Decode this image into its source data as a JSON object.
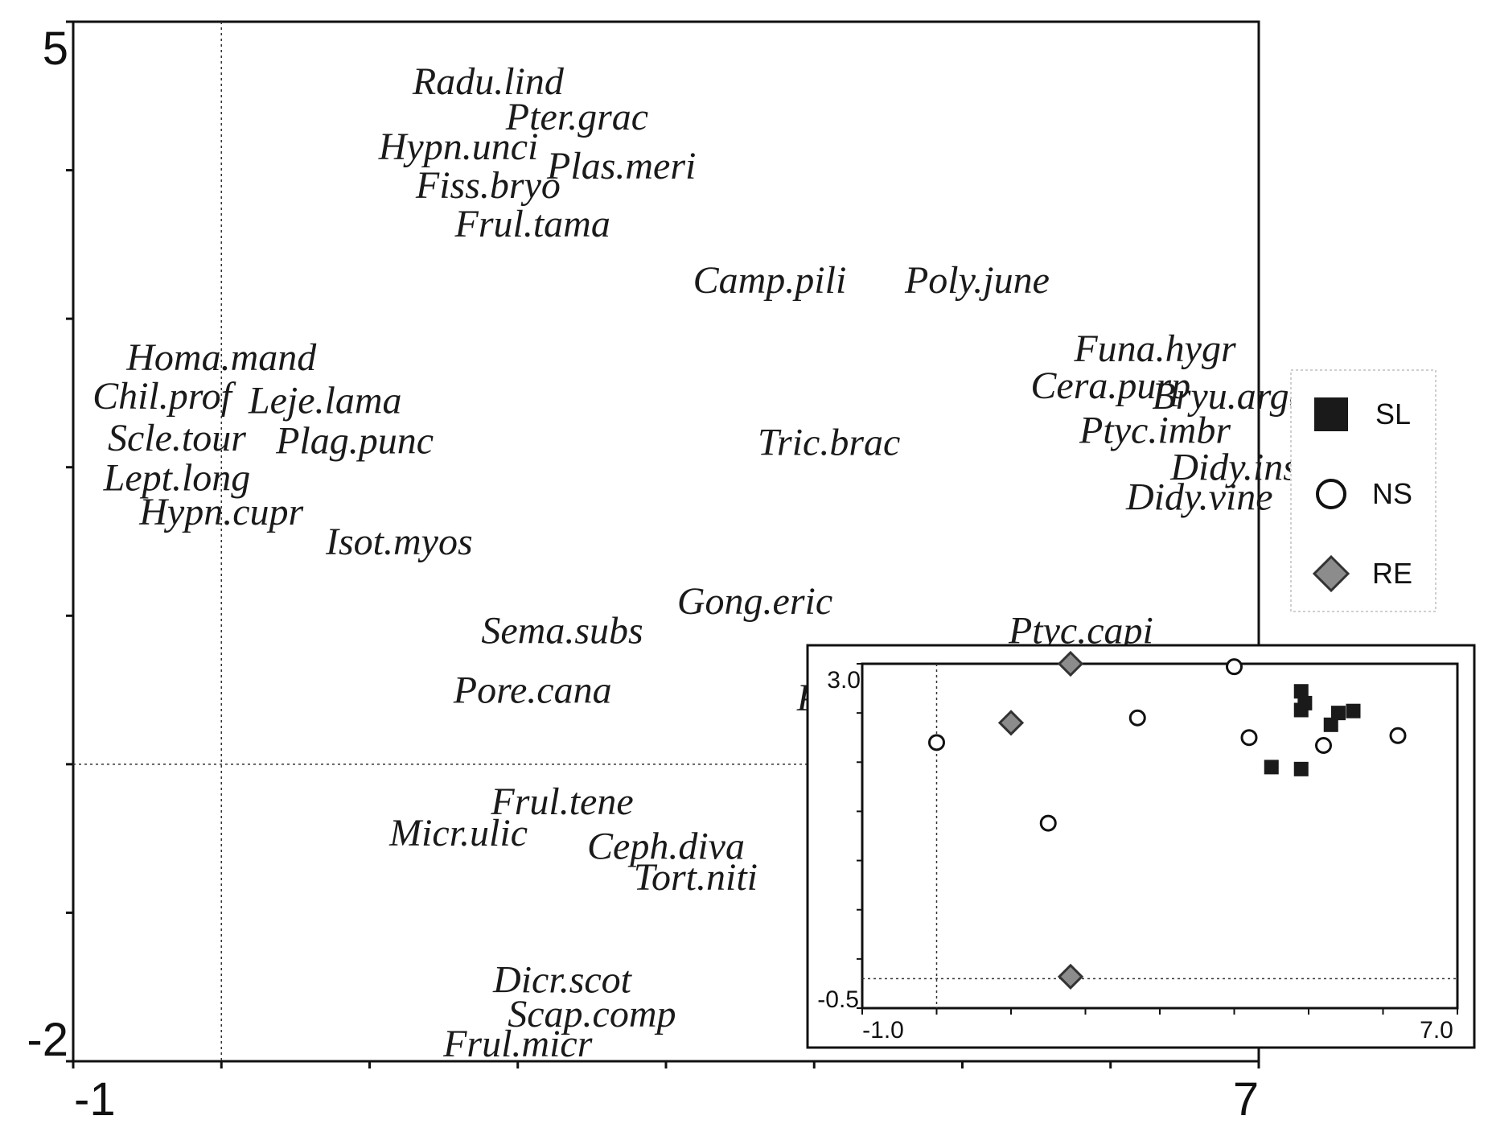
{
  "chart_data": [
    {
      "type": "scatter",
      "title": "",
      "xlabel": "",
      "ylabel": "",
      "xlim": [
        -1,
        7
      ],
      "ylim": [
        -2,
        5
      ],
      "x_tick_labels": [
        "-1",
        "7"
      ],
      "y_tick_labels": [
        "5",
        "-2"
      ],
      "reference_lines": {
        "x": 0,
        "y": 0
      },
      "grid": false,
      "points": [
        {
          "label": "Radu.lind",
          "x": 1.8,
          "y": 4.6
        },
        {
          "label": "Pter.grac",
          "x": 2.4,
          "y": 4.36
        },
        {
          "label": "Hypn.unci",
          "x": 1.6,
          "y": 4.16
        },
        {
          "label": "Plas.meri",
          "x": 2.7,
          "y": 4.03
        },
        {
          "label": "Fiss.bryo",
          "x": 1.8,
          "y": 3.9
        },
        {
          "label": "Frul.tama",
          "x": 2.1,
          "y": 3.64
        },
        {
          "label": "Camp.pili",
          "x": 3.7,
          "y": 3.26
        },
        {
          "label": "Poly.june",
          "x": 5.1,
          "y": 3.26
        },
        {
          "label": "Homa.mand",
          "x": 0.0,
          "y": 2.74
        },
        {
          "label": "Funa.hygr",
          "x": 6.3,
          "y": 2.8
        },
        {
          "label": "Cera.purp",
          "x": 6.0,
          "y": 2.55
        },
        {
          "label": "Chil.prof",
          "x": -0.4,
          "y": 2.48
        },
        {
          "label": "Leje.lama",
          "x": 0.7,
          "y": 2.45
        },
        {
          "label": "Bryu.arge",
          "x": 6.8,
          "y": 2.48
        },
        {
          "label": "Scle.tour",
          "x": -0.3,
          "y": 2.2
        },
        {
          "label": "Plag.punc",
          "x": 0.9,
          "y": 2.18
        },
        {
          "label": "Ptyc.imbr",
          "x": 6.3,
          "y": 2.25
        },
        {
          "label": "Tric.brac",
          "x": 4.1,
          "y": 2.17
        },
        {
          "label": "Lept.long",
          "x": -0.3,
          "y": 1.93
        },
        {
          "label": "Didy.insu",
          "x": 6.9,
          "y": 2.0
        },
        {
          "label": "Didy.vine",
          "x": 6.6,
          "y": 1.8
        },
        {
          "label": "Hypn.cupr",
          "x": 0.0,
          "y": 1.7
        },
        {
          "label": "Isot.myos",
          "x": 1.2,
          "y": 1.5
        },
        {
          "label": "Gong.eric",
          "x": 3.6,
          "y": 1.1
        },
        {
          "label": "Sema.subs",
          "x": 2.3,
          "y": 0.9
        },
        {
          "label": "Ptyc.capi",
          "x": 5.8,
          "y": 0.9
        },
        {
          "label": "Pore.cana",
          "x": 2.1,
          "y": 0.5
        },
        {
          "label": "Plag.rupe",
          "x": 4.4,
          "y": 0.45
        },
        {
          "label": "Frul.tene",
          "x": 2.3,
          "y": -0.25
        },
        {
          "label": "Micr.ulic",
          "x": 1.6,
          "y": -0.46
        },
        {
          "label": "Ceph.diva",
          "x": 3.0,
          "y": -0.55
        },
        {
          "label": "Tort.niti",
          "x": 3.2,
          "y": -0.76
        },
        {
          "label": "Dicr.scot",
          "x": 2.3,
          "y": -1.45
        },
        {
          "label": "Scap.comp",
          "x": 2.5,
          "y": -1.68
        },
        {
          "label": "Frul.micr",
          "x": 2.0,
          "y": -1.88
        }
      ]
    },
    {
      "type": "scatter",
      "title": "",
      "xlabel": "",
      "ylabel": "",
      "xlim": [
        -1.0,
        7.0
      ],
      "ylim": [
        -0.5,
        3.0
      ],
      "x_tick_labels": [
        "-1.0",
        "7.0"
      ],
      "y_tick_labels": [
        "3.0",
        "-0.5"
      ],
      "reference_lines": {
        "x": 0.0,
        "y": -0.2
      },
      "grid": false,
      "legend": {
        "position": "right",
        "entries": [
          "SL",
          "NS",
          "RE"
        ]
      },
      "series": [
        {
          "name": "SL",
          "marker": "square",
          "color": "#1a1a1a",
          "points": [
            [
              4.9,
              2.72
            ],
            [
              4.95,
              2.6
            ],
            [
              4.9,
              2.53
            ],
            [
              5.3,
              2.38
            ],
            [
              5.4,
              2.5
            ],
            [
              5.6,
              2.52
            ],
            [
              4.5,
              1.95
            ],
            [
              4.9,
              1.93
            ]
          ]
        },
        {
          "name": "NS",
          "marker": "circle",
          "color": "#ffffff",
          "points": [
            [
              0.0,
              2.2
            ],
            [
              2.7,
              2.45
            ],
            [
              4.0,
              2.97
            ],
            [
              4.2,
              2.25
            ],
            [
              5.2,
              2.17
            ],
            [
              6.2,
              2.27
            ],
            [
              1.5,
              1.38
            ]
          ]
        },
        {
          "name": "RE",
          "marker": "diamond",
          "color": "#8c8c8c",
          "points": [
            [
              1.8,
              3.0
            ],
            [
              1.0,
              2.4
            ],
            [
              1.8,
              -0.18
            ]
          ]
        }
      ]
    }
  ]
}
